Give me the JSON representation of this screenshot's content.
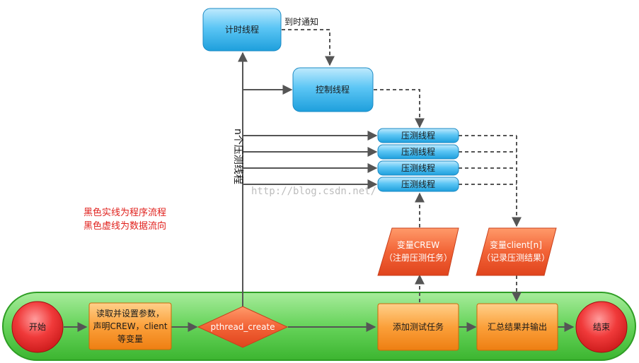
{
  "nodes": {
    "timer_thread": "计时线程",
    "control_thread": "控制线程",
    "stress_threads": [
      "压测线程",
      "压测线程",
      "压测线程",
      "压测线程"
    ],
    "start": "开始",
    "read_params": [
      "读取并设置参数，",
      "声明CREW，client",
      "等变量"
    ],
    "pthread_create": "pthread_create",
    "add_task": "添加测试任务",
    "summary": "汇总结果并输出",
    "end": "结束",
    "var_crew": [
      "变量CREW",
      "（注册压测任务）"
    ],
    "var_client": [
      "变量client[n]",
      "（记录压测结果）"
    ]
  },
  "labels": {
    "notify": "到时通知",
    "n_threads": "n个压测线程"
  },
  "legend": {
    "solid": "黑色实线为程序流程",
    "dashed": "黑色虚线为数据流向"
  },
  "watermark": "http://blog.csdn.net/",
  "colors": {
    "band_green": "#5fce54",
    "blue_node": "#3fb8ee",
    "orange_node": "#f7921e",
    "red_parallelogram": "#ee5a2c",
    "red_circle": "#e8262a",
    "legend_red": "#e0201c"
  }
}
